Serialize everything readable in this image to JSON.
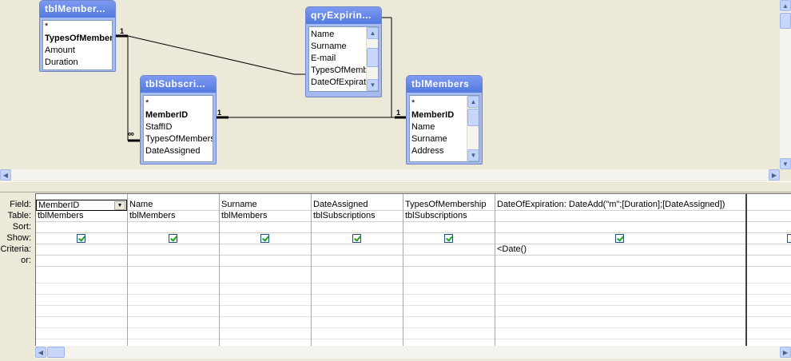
{
  "diagram": {
    "tables": [
      {
        "id": "tblMemberTypes",
        "title": "tblMember...",
        "fields": [
          {
            "name": "*",
            "key": false
          },
          {
            "name": "TypesOfMembership",
            "key": true
          },
          {
            "name": "Amount",
            "key": false
          },
          {
            "name": "Duration",
            "key": false
          }
        ]
      },
      {
        "id": "qryExpiring",
        "title": "qryExpirin...",
        "fields": [
          {
            "name": "Name",
            "key": false
          },
          {
            "name": "Surname",
            "key": false
          },
          {
            "name": "E-mail",
            "key": false
          },
          {
            "name": "TypesOfMembership",
            "key": false
          },
          {
            "name": "DateOfExpiration",
            "key": false
          }
        ]
      },
      {
        "id": "tblSubscriptions",
        "title": "tblSubscri...",
        "fields": [
          {
            "name": "*",
            "key": false
          },
          {
            "name": "MemberID",
            "key": true
          },
          {
            "name": "StaffID",
            "key": false
          },
          {
            "name": "TypesOfMembership",
            "key": false
          },
          {
            "name": "DateAssigned",
            "key": false
          }
        ]
      },
      {
        "id": "tblMembers",
        "title": "tblMembers",
        "fields": [
          {
            "name": "*",
            "key": false
          },
          {
            "name": "MemberID",
            "key": true
          },
          {
            "name": "Name",
            "key": false
          },
          {
            "name": "Surname",
            "key": false
          },
          {
            "name": "Address",
            "key": false
          }
        ]
      }
    ],
    "join_labels": {
      "one_a": "1",
      "one_b": "1",
      "one_c": "1",
      "many": "∞"
    }
  },
  "grid": {
    "row_labels": [
      "Field:",
      "Table:",
      "Sort:",
      "Show:",
      "Criteria:",
      "or:"
    ],
    "columns": [
      {
        "field": "MemberID",
        "table": "tblMembers",
        "sort": "",
        "show": true,
        "criteria": "",
        "or": ""
      },
      {
        "field": "Name",
        "table": "tblMembers",
        "sort": "",
        "show": true,
        "criteria": "",
        "or": ""
      },
      {
        "field": "Surname",
        "table": "tblMembers",
        "sort": "",
        "show": true,
        "criteria": "",
        "or": ""
      },
      {
        "field": "DateAssigned",
        "table": "tblSubscriptions",
        "sort": "",
        "show": true,
        "criteria": "",
        "or": ""
      },
      {
        "field": "TypesOfMembership",
        "table": "tblSubscriptions",
        "sort": "",
        "show": true,
        "criteria": "",
        "or": ""
      },
      {
        "field": "DateOfExpiration: DateAdd(\"m\";[Duration];[DateAssigned])",
        "table": "",
        "sort": "",
        "show": true,
        "criteria": "<Date()",
        "or": ""
      },
      {
        "field": "",
        "table": "",
        "sort": "",
        "show": false,
        "criteria": "",
        "or": ""
      }
    ],
    "dropdown_glyph": "▼"
  },
  "icons": {
    "scroll_up": "▲",
    "scroll_down": "▼",
    "scroll_left": "◀",
    "scroll_right": "▶"
  }
}
